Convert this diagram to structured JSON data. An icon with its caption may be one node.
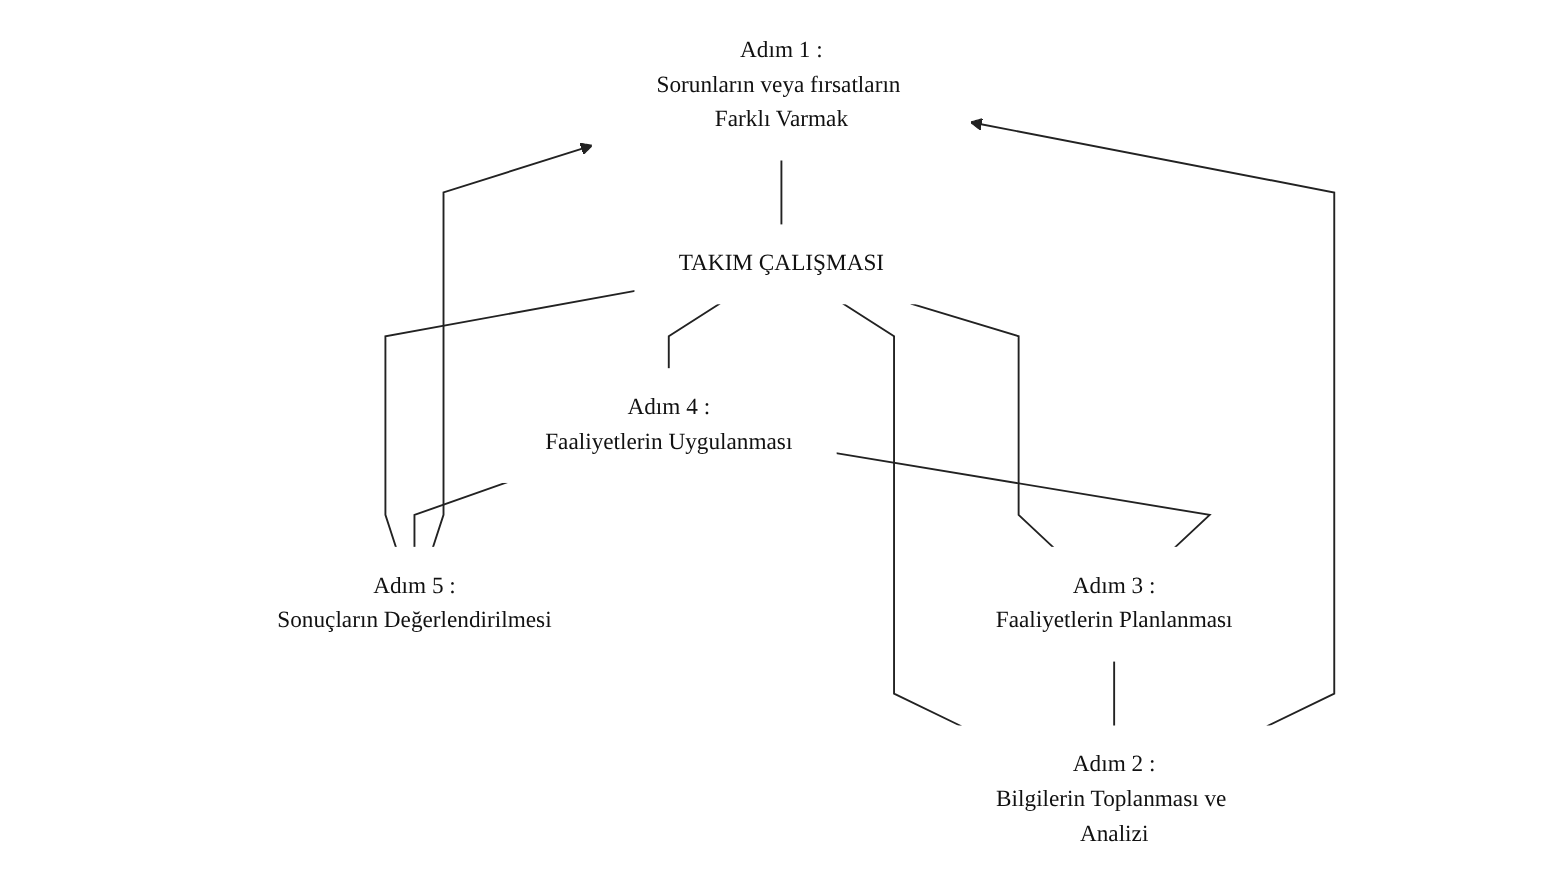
{
  "diagram": {
    "nodes": [
      {
        "text": [
          "Adım 1 :",
          "Sorunların veya fırsatların Farklı Varmak"
        ]
      },
      {
        "text": [
          "Adım 5 :",
          "Sonuçların Değerlendirilmesi"
        ]
      },
      {
        "text": [
          "TAKIM ÇALIŞMASI"
        ]
      },
      {
        "text": [
          "Adım 2 :",
          "Bilgilerin Toplanması ve Analizi"
        ]
      },
      {
        "text": [
          "Adım 4 :",
          "Faaliyetlerin Uygulanması"
        ]
      },
      {
        "text": [
          "Adım 3 :",
          "Faaliyetlerin Planlanması"
        ]
      }
    ],
    "edges": [
      {
        "from": 1,
        "to": 0,
        "arrow": "to"
      },
      {
        "from": 3,
        "to": 0,
        "arrow": "to"
      },
      {
        "from": 0,
        "to": 2,
        "arrow": "none"
      },
      {
        "from": 2,
        "to": 1,
        "arrow": "none"
      },
      {
        "from": 2,
        "to": 3,
        "arrow": "none"
      },
      {
        "from": 2,
        "to": 4,
        "arrow": "none"
      },
      {
        "from": 2,
        "to": 5,
        "arrow": "none"
      },
      {
        "from": 5,
        "to": 3,
        "arrow": "none"
      },
      {
        "from": 4,
        "to": 5,
        "arrow": "none"
      },
      {
        "from": 4,
        "to": 1,
        "arrow": "none"
      }
    ]
  }
}
